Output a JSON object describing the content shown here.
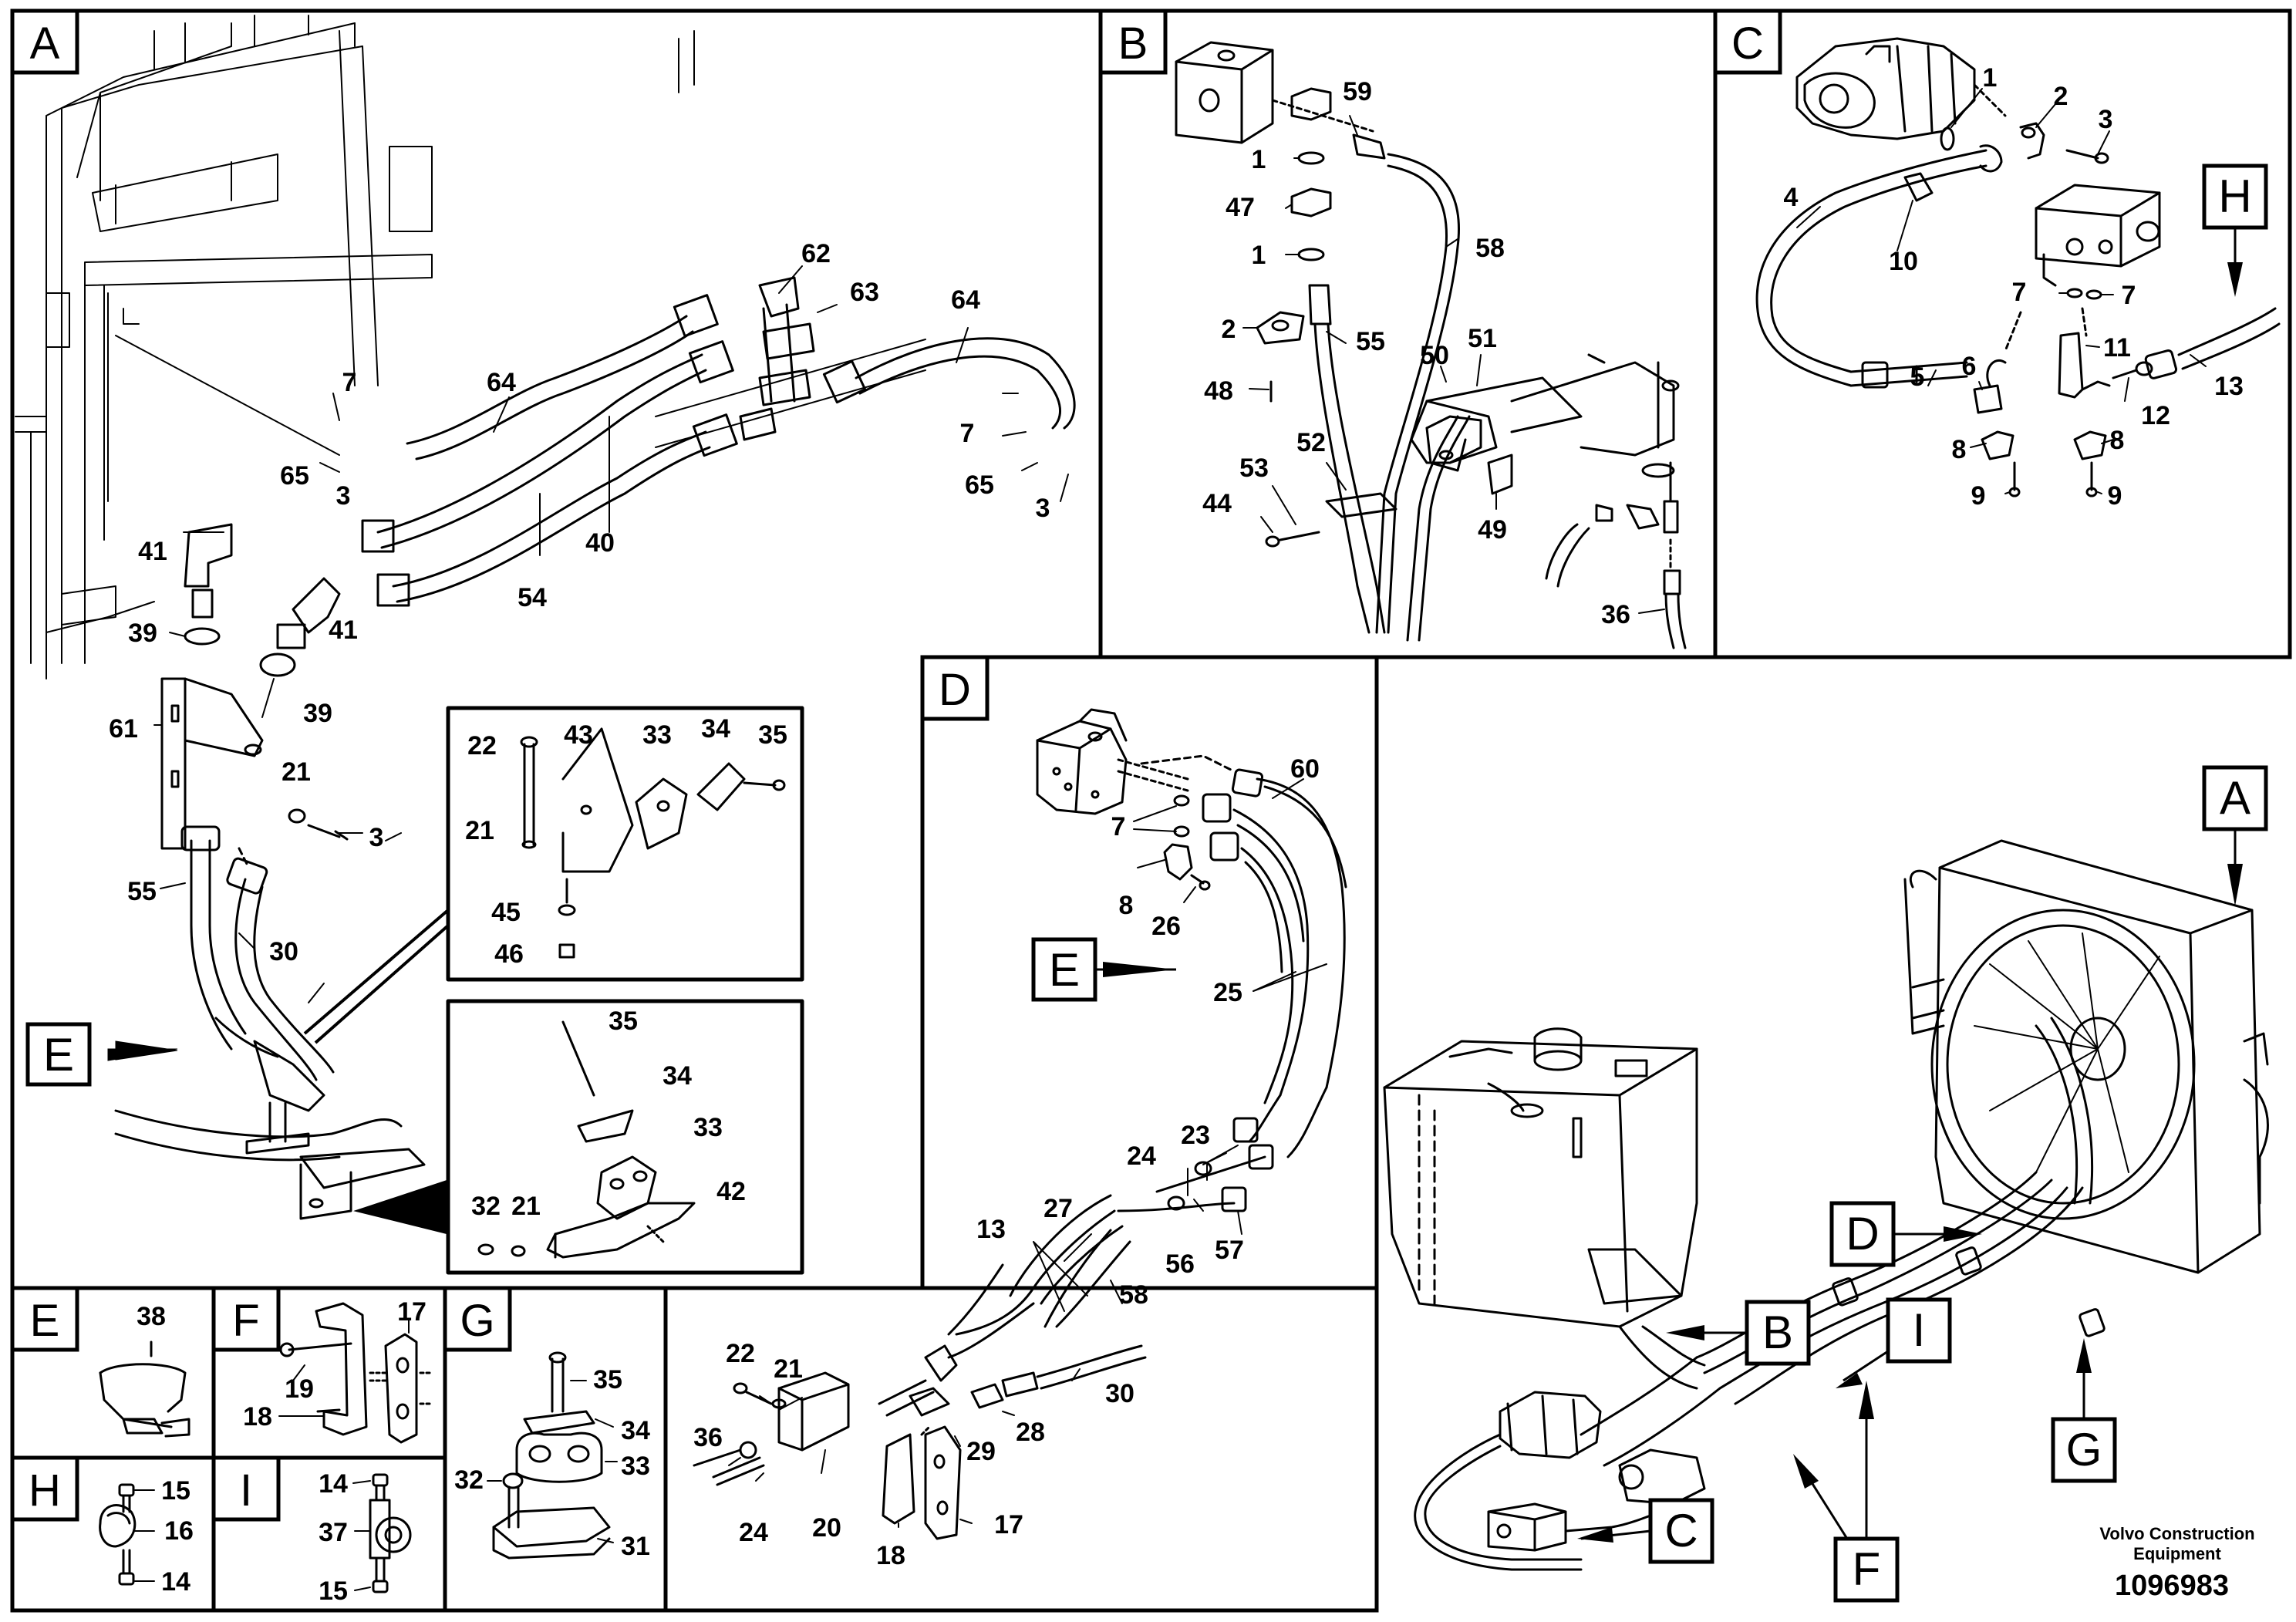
{
  "panels": {
    "A": {
      "letter": "A"
    },
    "B": {
      "letter": "B"
    },
    "C": {
      "letter": "C"
    },
    "D": {
      "letter": "D"
    },
    "E": {
      "letter": "E"
    },
    "F": {
      "letter": "F"
    },
    "G": {
      "letter": "G"
    },
    "H": {
      "letter": "H"
    },
    "I": {
      "letter": "I"
    }
  },
  "overview_callouts": {
    "A": "A",
    "B": "B",
    "C": "C",
    "D": "D",
    "F": "F",
    "G": "G",
    "I": "I"
  },
  "inner_refs": {
    "E_in_A": "E",
    "E_in_D": "E",
    "H_in_C": "H"
  },
  "brand": {
    "line1": "Volvo Construction",
    "line2": "Equipment",
    "part_number": "1096983"
  },
  "labels": {
    "a_7a": "7",
    "a_64a": "64",
    "a_62": "62",
    "a_63": "63",
    "a_64b": "64",
    "a_65a": "65",
    "a_3a": "3",
    "a_7b": "7",
    "a_65b": "65",
    "a_3b": "3",
    "a_41a": "41",
    "a_40": "40",
    "a_54": "54",
    "a_39a": "39",
    "a_41b": "41",
    "a_39b": "39",
    "a_61": "61",
    "a_21": "21",
    "a_3c": "3",
    "a_55": "55",
    "a_30": "30",
    "a_d1_22": "22",
    "a_d1_43": "43",
    "a_d1_33": "33",
    "a_d1_34": "34",
    "a_d1_35": "35",
    "a_d1_21": "21",
    "a_d1_45": "45",
    "a_d1_46": "46",
    "a_d2_35": "35",
    "a_d2_34": "34",
    "a_d2_33": "33",
    "a_d2_32": "32",
    "a_d2_21": "21",
    "a_d2_42": "42",
    "b_59": "59",
    "b_1a": "1",
    "b_47": "47",
    "b_1b": "1",
    "b_58": "58",
    "b_2": "2",
    "b_55": "55",
    "b_50": "50",
    "b_51": "51",
    "b_48": "48",
    "b_52": "52",
    "b_53": "53",
    "b_44": "44",
    "b_49": "49",
    "b_36": "36",
    "c_1": "1",
    "c_2": "2",
    "c_3": "3",
    "c_4": "4",
    "c_10": "10",
    "c_7a": "7",
    "c_7b": "7",
    "c_11": "11",
    "c_6": "6",
    "c_5": "5",
    "c_12": "12",
    "c_13": "13",
    "c_8a": "8",
    "c_8b": "8",
    "c_9a": "9",
    "c_9b": "9",
    "d_60": "60",
    "d_7": "7",
    "d_8": "8",
    "d_26": "26",
    "d_25": "25",
    "d_24": "24",
    "d_23": "23",
    "d_27": "27",
    "d_13": "13",
    "d_56": "56",
    "d_57": "57",
    "d_58": "58",
    "d_22": "22",
    "d_21": "21",
    "d_30": "30",
    "d_28": "28",
    "d_36": "36",
    "d_29": "29",
    "d_24b": "24",
    "d_20": "20",
    "d_18": "18",
    "d_17": "17",
    "e_38": "38",
    "f_17": "17",
    "f_19": "19",
    "f_18": "18",
    "g_35": "35",
    "g_34": "34",
    "g_33": "33",
    "g_32": "32",
    "g_31": "31",
    "h_15": "15",
    "h_16": "16",
    "h_14": "14",
    "i_14": "14",
    "i_37": "37",
    "i_15": "15"
  }
}
